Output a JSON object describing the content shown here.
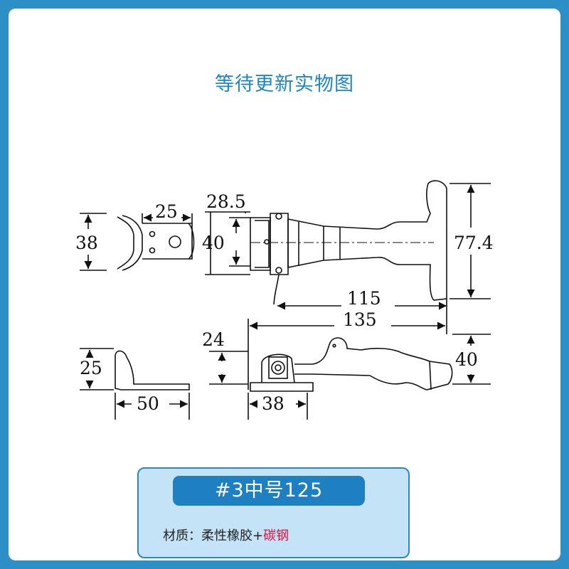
{
  "header": {
    "placeholder_text": "等待更新实物图"
  },
  "drawing": {
    "dims_top": [
      "25",
      "38",
      "28.5",
      "40",
      "77.4",
      "115",
      "135"
    ],
    "dims_bottom": [
      "25",
      "50",
      "24",
      "38",
      "40"
    ]
  },
  "spec": {
    "model": "#3中号125",
    "material_label": "材质：柔性橡胶+",
    "material_highlight": "碳钢"
  },
  "colors": {
    "frame_blue": "#2c8fc6",
    "title_blue": "#1f86c4",
    "badge_blue": "#1e7fc1",
    "panel_bg": "#c5e3f7",
    "highlight_red": "#e0103a"
  }
}
